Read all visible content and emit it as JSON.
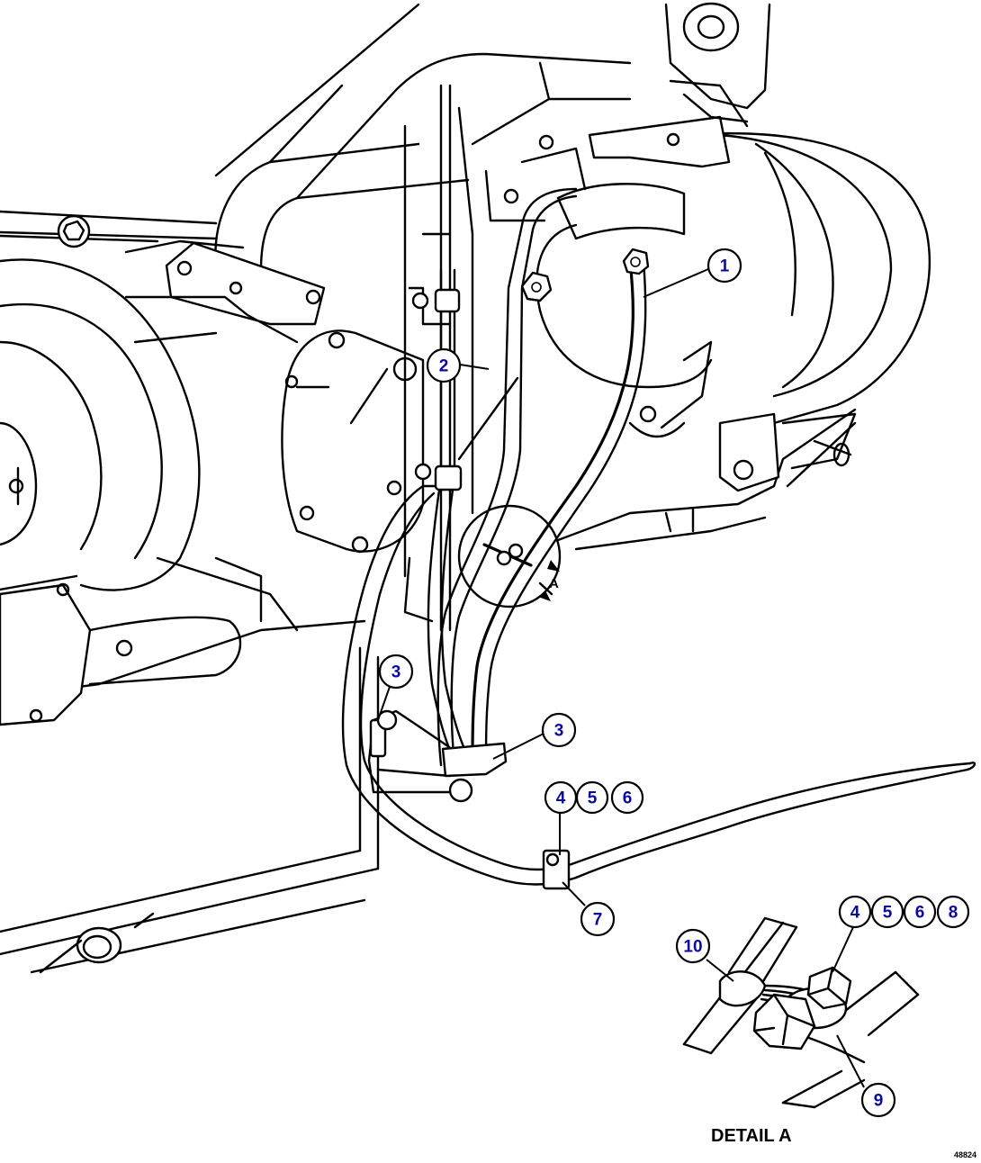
{
  "callouts": {
    "c1": "1",
    "c2": "2",
    "c3a": "3",
    "c3b": "3",
    "c4a": "4",
    "c5a": "5",
    "c6a": "6",
    "c7": "7",
    "c4b": "4",
    "c5b": "5",
    "c6b": "6",
    "c8": "8",
    "c9": "9",
    "c10": "10"
  },
  "detail": {
    "label": "DETAIL A",
    "view_arrow_label": "A"
  },
  "ref_number": "48824",
  "colors": {
    "line": "#000000",
    "callout_text": "#0a0aa0",
    "background": "#ffffff"
  }
}
